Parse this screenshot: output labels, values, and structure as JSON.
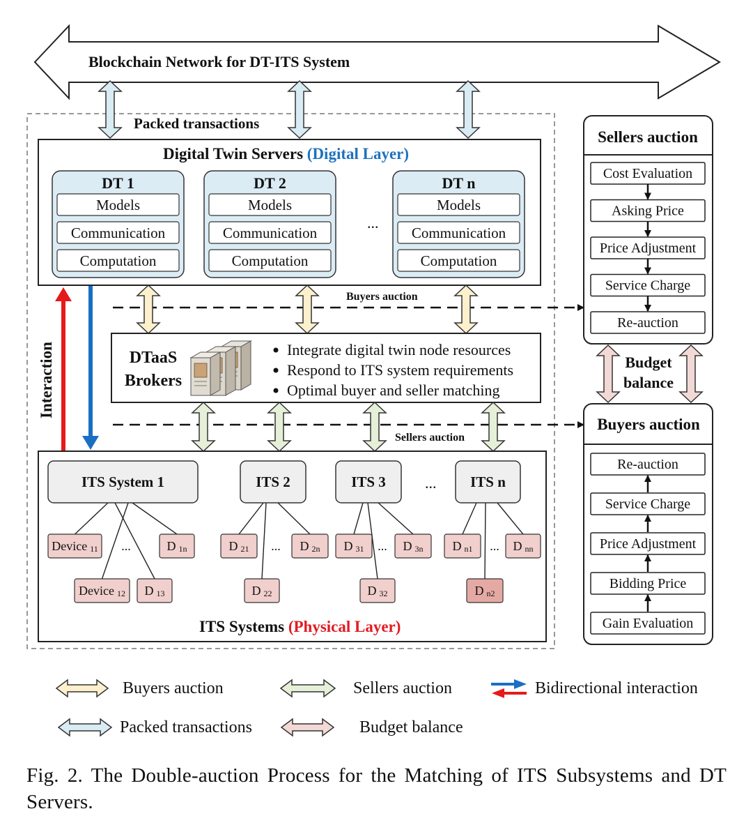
{
  "colors": {
    "buyers": "#fdf0cd",
    "sellers": "#e6efd8",
    "packed": "#d9ebf3",
    "budget": "#f3d9d6",
    "dt_box": "#dbecf5",
    "device": "#f0cfcc",
    "device_dark": "#e5a9a4",
    "digital_text": "#1f72bd",
    "physical_text": "#e11b22",
    "budget_text": "#9b3a36",
    "buyers_text": "#e8a34b",
    "sellers_text": "#7a9a3b",
    "red_arrow": "#e51a1a",
    "blue_arrow": "#1a6fc4"
  },
  "blockchain_label": "Blockchain Network for DT-ITS System",
  "packed_label": "Packed transactions",
  "dt_servers": {
    "title": "Digital Twin Servers",
    "layer": "(Digital Layer)",
    "ellipsis": "...",
    "nodes": [
      {
        "name": "DT 1",
        "rows": [
          "Models",
          "Communication",
          "Computation"
        ]
      },
      {
        "name": "DT 2",
        "rows": [
          "Models",
          "Communication",
          "Computation"
        ]
      },
      {
        "name": "DT n",
        "rows": [
          "Models",
          "Communication",
          "Computation"
        ]
      }
    ]
  },
  "buyers_flow_label": "Buyers auction",
  "sellers_flow_label": "Sellers auction",
  "interaction_label": "Interaction",
  "broker": {
    "title_line1": "DTaaS",
    "title_line2": "Brokers",
    "bullets": [
      "Integrate digital twin node resources",
      "Respond to ITS system requirements",
      "Optimal buyer and seller matching"
    ]
  },
  "its": {
    "title": "ITS Systems",
    "layer": "(Physical Layer)",
    "ellipsis": "...",
    "systems": [
      {
        "name": "ITS System 1",
        "devices": [
          [
            "Device",
            "11"
          ],
          [
            "Device",
            "12"
          ],
          [
            "D",
            "13"
          ],
          [
            "D",
            "1n"
          ]
        ]
      },
      {
        "name": "ITS 2",
        "devices": [
          [
            "D",
            "21"
          ],
          [
            "D",
            "22"
          ],
          [
            "D",
            "2n"
          ]
        ]
      },
      {
        "name": "ITS 3",
        "devices": [
          [
            "D",
            "31"
          ],
          [
            "D",
            "32"
          ],
          [
            "D",
            "3n"
          ]
        ]
      },
      {
        "name": "ITS n",
        "devices": [
          [
            "D",
            "n1"
          ],
          [
            "D",
            "n2"
          ],
          [
            "D",
            "nn"
          ]
        ]
      }
    ]
  },
  "sellers_panel": {
    "title": "Sellers auction",
    "steps": [
      "Cost Evaluation",
      "Asking Price",
      "Price Adjustment",
      "Service Charge",
      "Re-auction"
    ]
  },
  "buyers_panel": {
    "title": "Buyers auction",
    "steps": [
      "Re-auction",
      "Service Charge",
      "Price Adjustment",
      "Bidding Price",
      "Gain Evaluation"
    ]
  },
  "budget_label_line1": "Budget",
  "budget_label_line2": "balance",
  "legend": {
    "buyers": "Buyers auction",
    "sellers": "Sellers auction",
    "bidirectional": "Bidirectional interaction",
    "packed": "Packed transactions",
    "budget": "Budget balance"
  },
  "caption": "Fig. 2.   The Double-auction Process for the Matching of ITS Subsystems and DT Servers."
}
